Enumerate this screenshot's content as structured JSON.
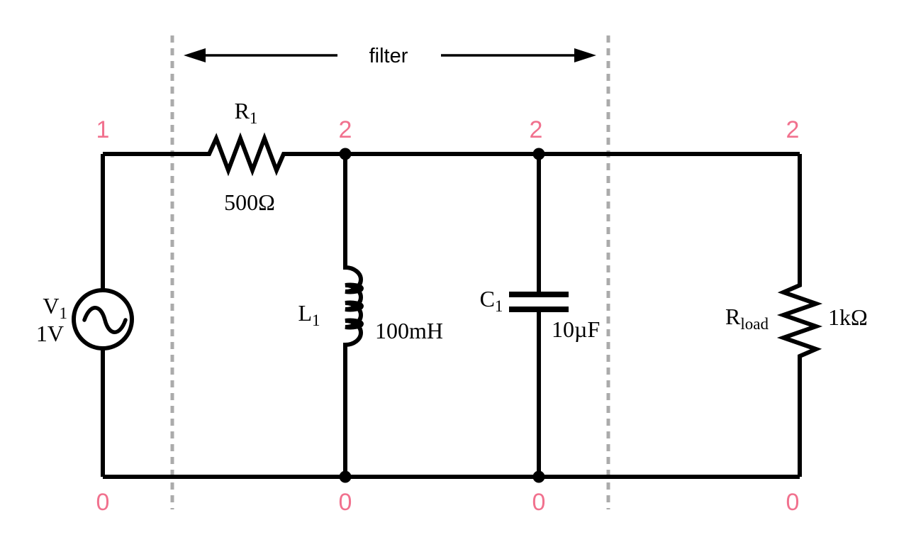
{
  "diagram": {
    "header": {
      "label": "filter"
    },
    "components": {
      "source": {
        "name": "V",
        "sub": "1",
        "value": "1V"
      },
      "r1": {
        "name": "R",
        "sub": "1",
        "value": "500Ω"
      },
      "l1": {
        "name": "L",
        "sub": "1",
        "value": "100mH"
      },
      "c1": {
        "name": "C",
        "sub": "1",
        "value": "10µF"
      },
      "rload": {
        "name": "R",
        "sub": "load",
        "value": "1kΩ"
      }
    },
    "node_labels_top": [
      "1",
      "2",
      "2",
      "2"
    ],
    "node_labels_bottom": [
      "0",
      "0",
      "0",
      "0"
    ],
    "colors": {
      "wire": "#000000",
      "node_label": "#f1718e",
      "boundary_dash": "#ababab",
      "background": "#ffffff"
    }
  }
}
